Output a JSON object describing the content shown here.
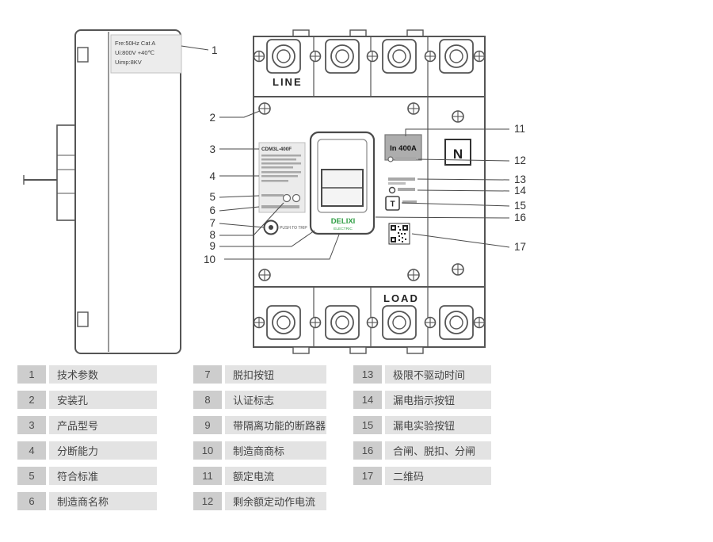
{
  "side_view": {
    "spec_lines": [
      "Fre:50Hz    Cat A",
      "Ui:800V     +40℃",
      "Uimp:8KV"
    ]
  },
  "front_view": {
    "line_label": "LINE",
    "load_label": "LOAD",
    "neutral_label": "N",
    "rated_current": "In 400A",
    "model": "CDM3L-400F",
    "brand": "DELIXI",
    "brand_sub": "ELECTRIC",
    "trip_button_text": "PUSH TO TRIP",
    "test_button_label": "T"
  },
  "colors": {
    "brand_green": "#2f9e44",
    "legend_number_bg": "#cdcdcd",
    "legend_label_bg": "#e3e3e3"
  },
  "callouts": [
    "1",
    "2",
    "3",
    "4",
    "5",
    "6",
    "7",
    "8",
    "9",
    "10",
    "11",
    "12",
    "13",
    "14",
    "15",
    "16",
    "17"
  ],
  "legend": {
    "items": [
      {
        "num": "1",
        "label": "技术参数"
      },
      {
        "num": "2",
        "label": "安装孔"
      },
      {
        "num": "3",
        "label": "产品型号"
      },
      {
        "num": "4",
        "label": "分断能力"
      },
      {
        "num": "5",
        "label": "符合标准"
      },
      {
        "num": "6",
        "label": "制造商名称"
      },
      {
        "num": "7",
        "label": "脱扣按钮"
      },
      {
        "num": "8",
        "label": "认证标志"
      },
      {
        "num": "9",
        "label": "带隔离功能的断路器"
      },
      {
        "num": "10",
        "label": "制造商商标"
      },
      {
        "num": "11",
        "label": "额定电流"
      },
      {
        "num": "12",
        "label": "剩余额定动作电流"
      },
      {
        "num": "13",
        "label": "极限不驱动时间"
      },
      {
        "num": "14",
        "label": "漏电指示按钮"
      },
      {
        "num": "15",
        "label": "漏电实验按钮"
      },
      {
        "num": "16",
        "label": "合闸、脱扣、分闸"
      },
      {
        "num": "17",
        "label": "二维码"
      }
    ]
  }
}
